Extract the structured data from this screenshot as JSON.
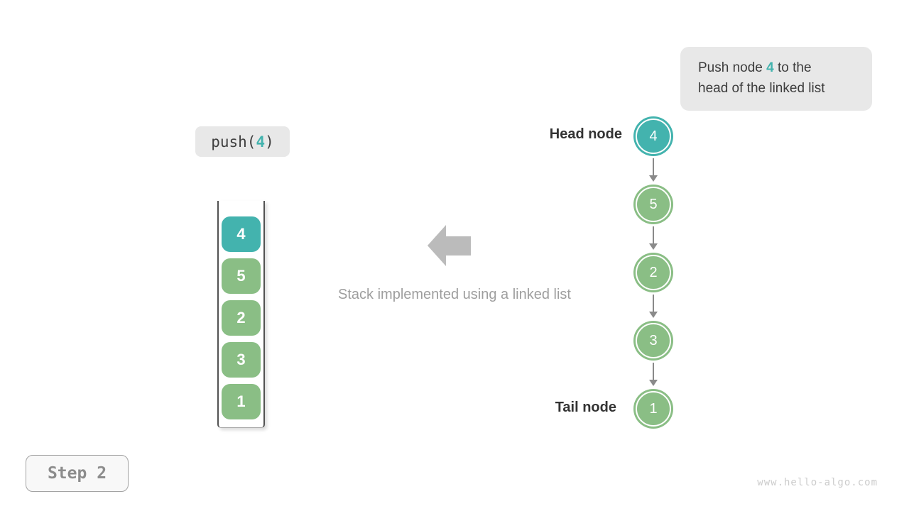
{
  "annotation": {
    "text_before": "Push node ",
    "highlight": "4",
    "text_after": " to the",
    "line2": "head of the linked list"
  },
  "push_label": {
    "text_before": "push(",
    "highlight": "4",
    "text_after": ")"
  },
  "stack": {
    "nodes": [
      {
        "value": "4",
        "color": "#43b3ae"
      },
      {
        "value": "5",
        "color": "#8abe85"
      },
      {
        "value": "2",
        "color": "#8abe85"
      },
      {
        "value": "3",
        "color": "#8abe85"
      },
      {
        "value": "1",
        "color": "#8abe85"
      }
    ]
  },
  "linked_list": {
    "head_label": "Head node",
    "tail_label": "Tail node",
    "nodes": [
      {
        "value": "4",
        "color": "#43b3ae"
      },
      {
        "value": "5",
        "color": "#8abe85"
      },
      {
        "value": "2",
        "color": "#8abe85"
      },
      {
        "value": "3",
        "color": "#8abe85"
      },
      {
        "value": "1",
        "color": "#8abe85"
      }
    ]
  },
  "caption": "Stack implemented using a linked list",
  "step_badge": {
    "label": "Step 2"
  },
  "watermark": "www.hello-algo.com",
  "colors": {
    "teal": "#43b3ae",
    "green": "#8abe85",
    "bubble_bg": "#e8e8e8",
    "arrow_gray": "#bbbbbb",
    "connector_gray": "#8a8a8a",
    "caption_gray": "#9e9e9e"
  }
}
